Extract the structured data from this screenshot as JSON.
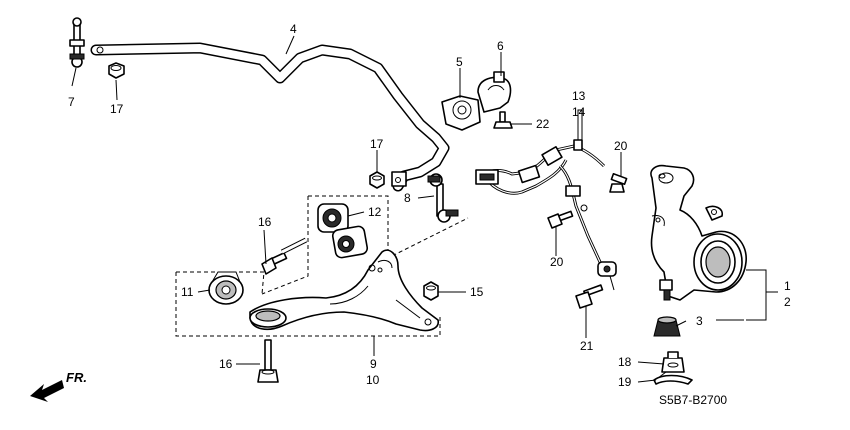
{
  "diagram_code": "S5B7-B2700",
  "direction_label": "FR.",
  "callouts": {
    "c1": "1",
    "c2": "2",
    "c3": "3",
    "c4": "4",
    "c5": "5",
    "c6": "6",
    "c7": "7",
    "c8": "8",
    "c9": "9",
    "c10": "10",
    "c11": "11",
    "c12": "12",
    "c13": "13",
    "c14": "14",
    "c15": "15",
    "c16a": "16",
    "c16b": "16",
    "c17a": "17",
    "c17b": "17",
    "c18": "18",
    "c19": "19",
    "c20a": "20",
    "c20b": "20",
    "c21": "21",
    "c22": "22"
  }
}
